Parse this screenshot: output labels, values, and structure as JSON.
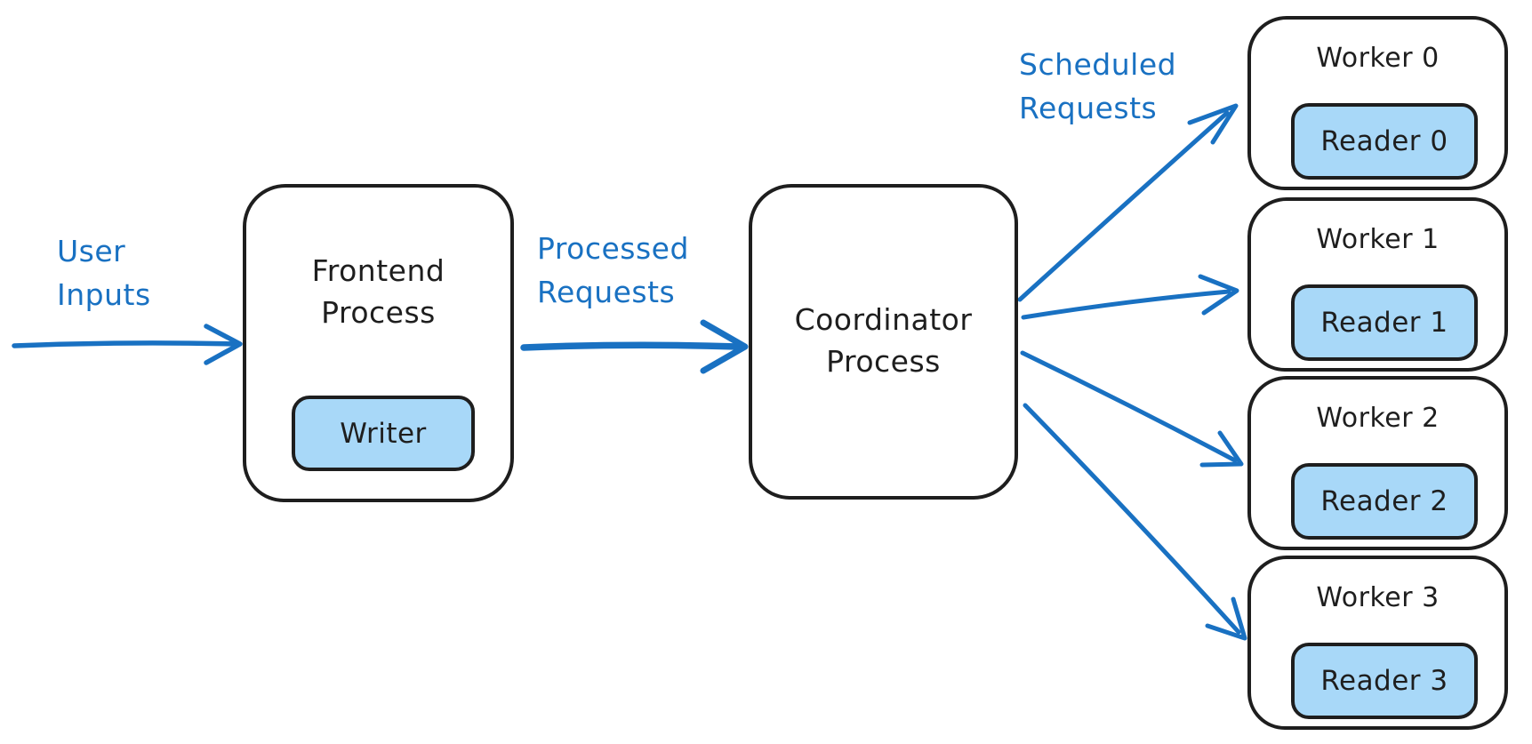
{
  "colors": {
    "accent_blue": "#1971c2",
    "reader_fill": "#a8d8f8",
    "outline": "#1e1e1e",
    "background": "#ffffff"
  },
  "labels": {
    "user_inputs": {
      "line1": "User",
      "line2": "Inputs"
    },
    "processed_requests": {
      "line1": "Processed",
      "line2": "Requests"
    },
    "scheduled_requests": {
      "line1": "Scheduled",
      "line2": "Requests"
    }
  },
  "nodes": {
    "frontend": {
      "title_line1": "Frontend",
      "title_line2": "Process",
      "writer_label": "Writer"
    },
    "coordinator": {
      "title_line1": "Coordinator",
      "title_line2": "Process"
    },
    "workers": [
      {
        "title": "Worker 0",
        "reader": "Reader 0"
      },
      {
        "title": "Worker 1",
        "reader": "Reader 1"
      },
      {
        "title": "Worker 2",
        "reader": "Reader 2"
      },
      {
        "title": "Worker 3",
        "reader": "Reader 3"
      }
    ]
  },
  "edges": [
    {
      "from": "user-inputs",
      "to": "frontend-process",
      "label": "User Inputs"
    },
    {
      "from": "frontend-process",
      "to": "coordinator-process",
      "label": "Processed Requests"
    },
    {
      "from": "coordinator-process",
      "to": "worker-0",
      "label": "Scheduled Requests"
    },
    {
      "from": "coordinator-process",
      "to": "worker-1",
      "label": ""
    },
    {
      "from": "coordinator-process",
      "to": "worker-2",
      "label": ""
    },
    {
      "from": "coordinator-process",
      "to": "worker-3",
      "label": ""
    }
  ]
}
